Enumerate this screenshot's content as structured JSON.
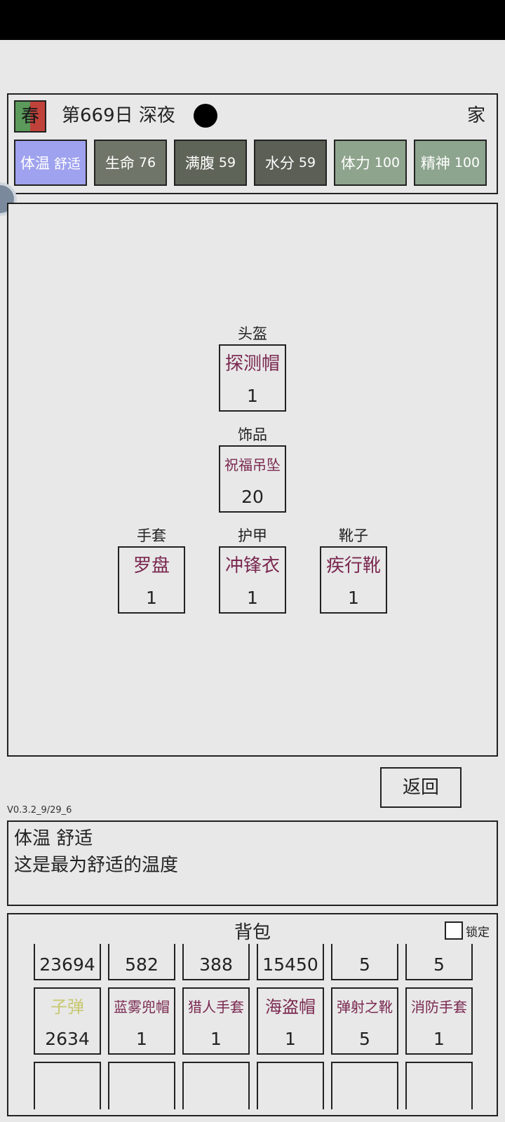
{
  "header": {
    "season": "春",
    "day": "第669日 深夜",
    "location": "家",
    "stats": [
      {
        "label": "体温",
        "value": "舒适",
        "bg": "#9fa2ee"
      },
      {
        "label": "生命",
        "value": "76",
        "bg": "#6f7568"
      },
      {
        "label": "满腹",
        "value": "59",
        "bg": "#5f6458"
      },
      {
        "label": "水分",
        "value": "59",
        "bg": "#5b5f56"
      },
      {
        "label": "体力",
        "value": "100",
        "bg": "#8fa48d"
      },
      {
        "label": "精神",
        "value": "100",
        "bg": "#8da48e"
      }
    ]
  },
  "equipment": {
    "helmet": {
      "label": "头盔",
      "item": "探测帽",
      "count": "1"
    },
    "accessory": {
      "label": "饰品",
      "item": "祝福吊坠",
      "count": "20"
    },
    "gloves": {
      "label": "手套",
      "item": "罗盘",
      "count": "1"
    },
    "armor": {
      "label": "护甲",
      "item": "冲锋衣",
      "count": "1"
    },
    "boots": {
      "label": "靴子",
      "item": "疾行靴",
      "count": "1"
    }
  },
  "back_label": "返回",
  "version": "V0.3.2_9/29_6",
  "description": {
    "title": "体温 舒适",
    "text": "这是最为舒适的温度"
  },
  "bag": {
    "title": "背包",
    "lock_label": "锁定",
    "row1": [
      {
        "name": "",
        "count": "23694"
      },
      {
        "name": "",
        "count": "582"
      },
      {
        "name": "",
        "count": "388"
      },
      {
        "name": "",
        "count": "15450"
      },
      {
        "name": "",
        "count": "5"
      },
      {
        "name": "",
        "count": "5"
      }
    ],
    "row2": [
      {
        "name": "子弹",
        "count": "2634",
        "color": "#c8c870"
      },
      {
        "name": "蓝雾兜帽",
        "count": "1",
        "color": "#7a2850"
      },
      {
        "name": "猎人手套",
        "count": "1",
        "color": "#7a2850"
      },
      {
        "name": "海盗帽",
        "count": "1",
        "color": "#7a2850"
      },
      {
        "name": "弹射之靴",
        "count": "5",
        "color": "#7a2850"
      },
      {
        "name": "消防手套",
        "count": "1",
        "color": "#7a2850"
      }
    ]
  }
}
